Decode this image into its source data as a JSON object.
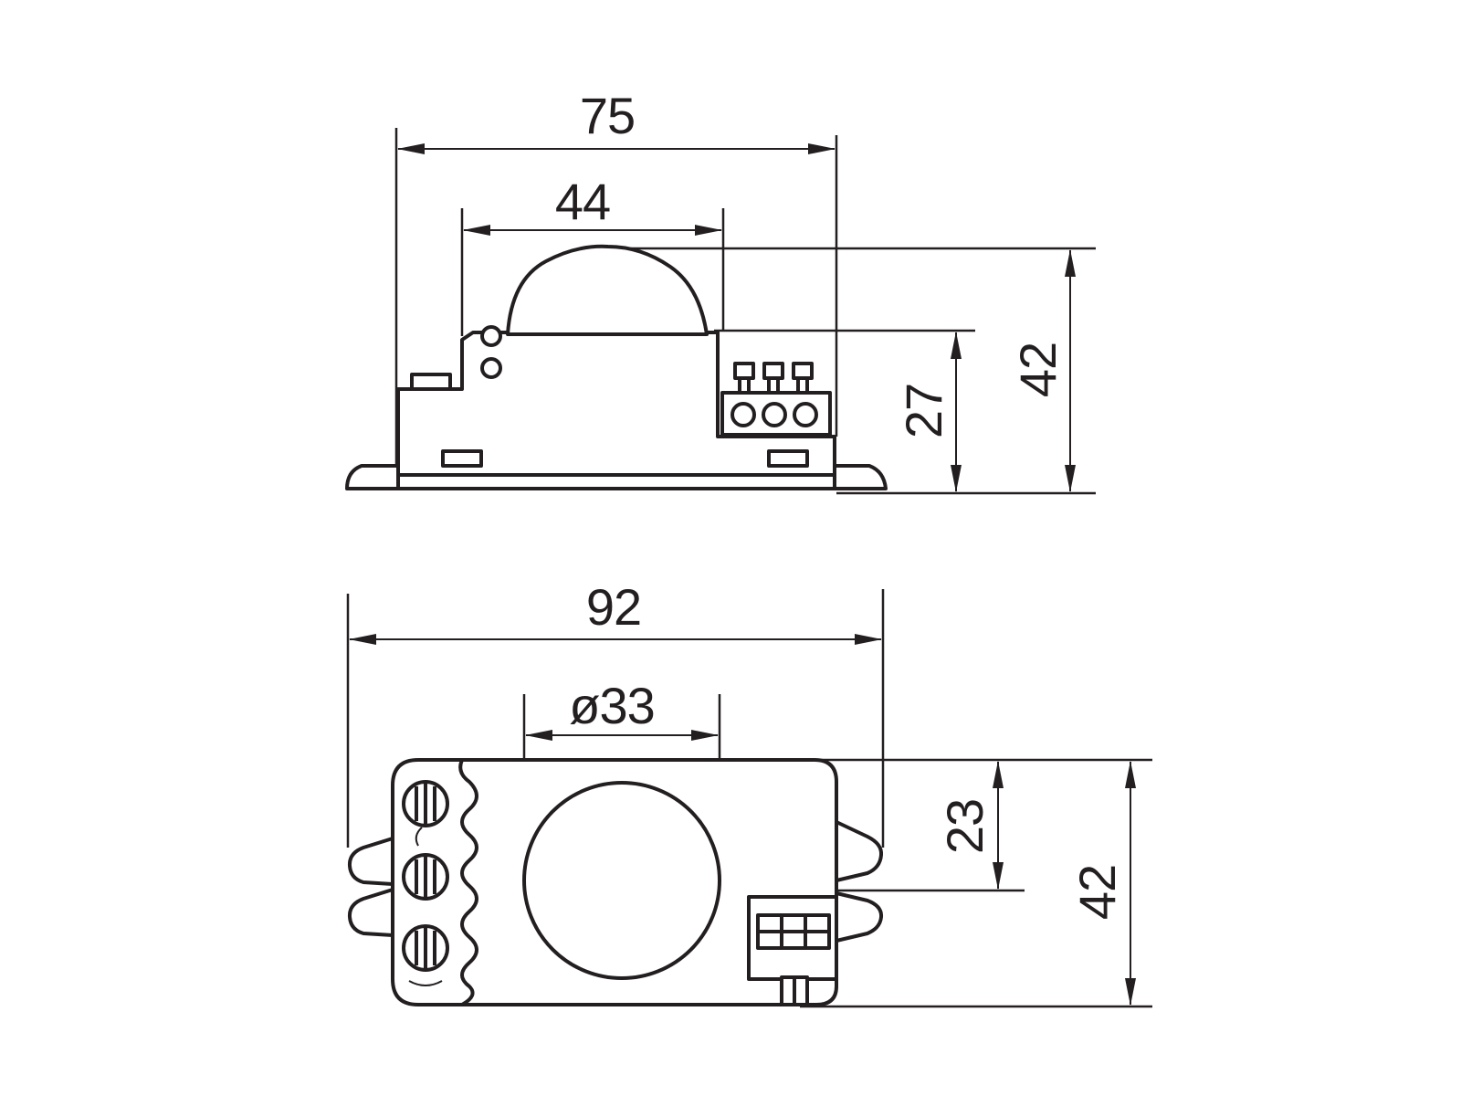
{
  "colors": {
    "line": "#231f20",
    "background": "#ffffff"
  },
  "side_view": {
    "dim_total_width": "75",
    "dim_dome_width": "44",
    "dim_total_height": "42",
    "dim_body_height": "27"
  },
  "top_view": {
    "dim_total_width": "92",
    "dim_lens_diameter": "ø33",
    "dim_upper_height": "23",
    "dim_total_height": "42"
  }
}
